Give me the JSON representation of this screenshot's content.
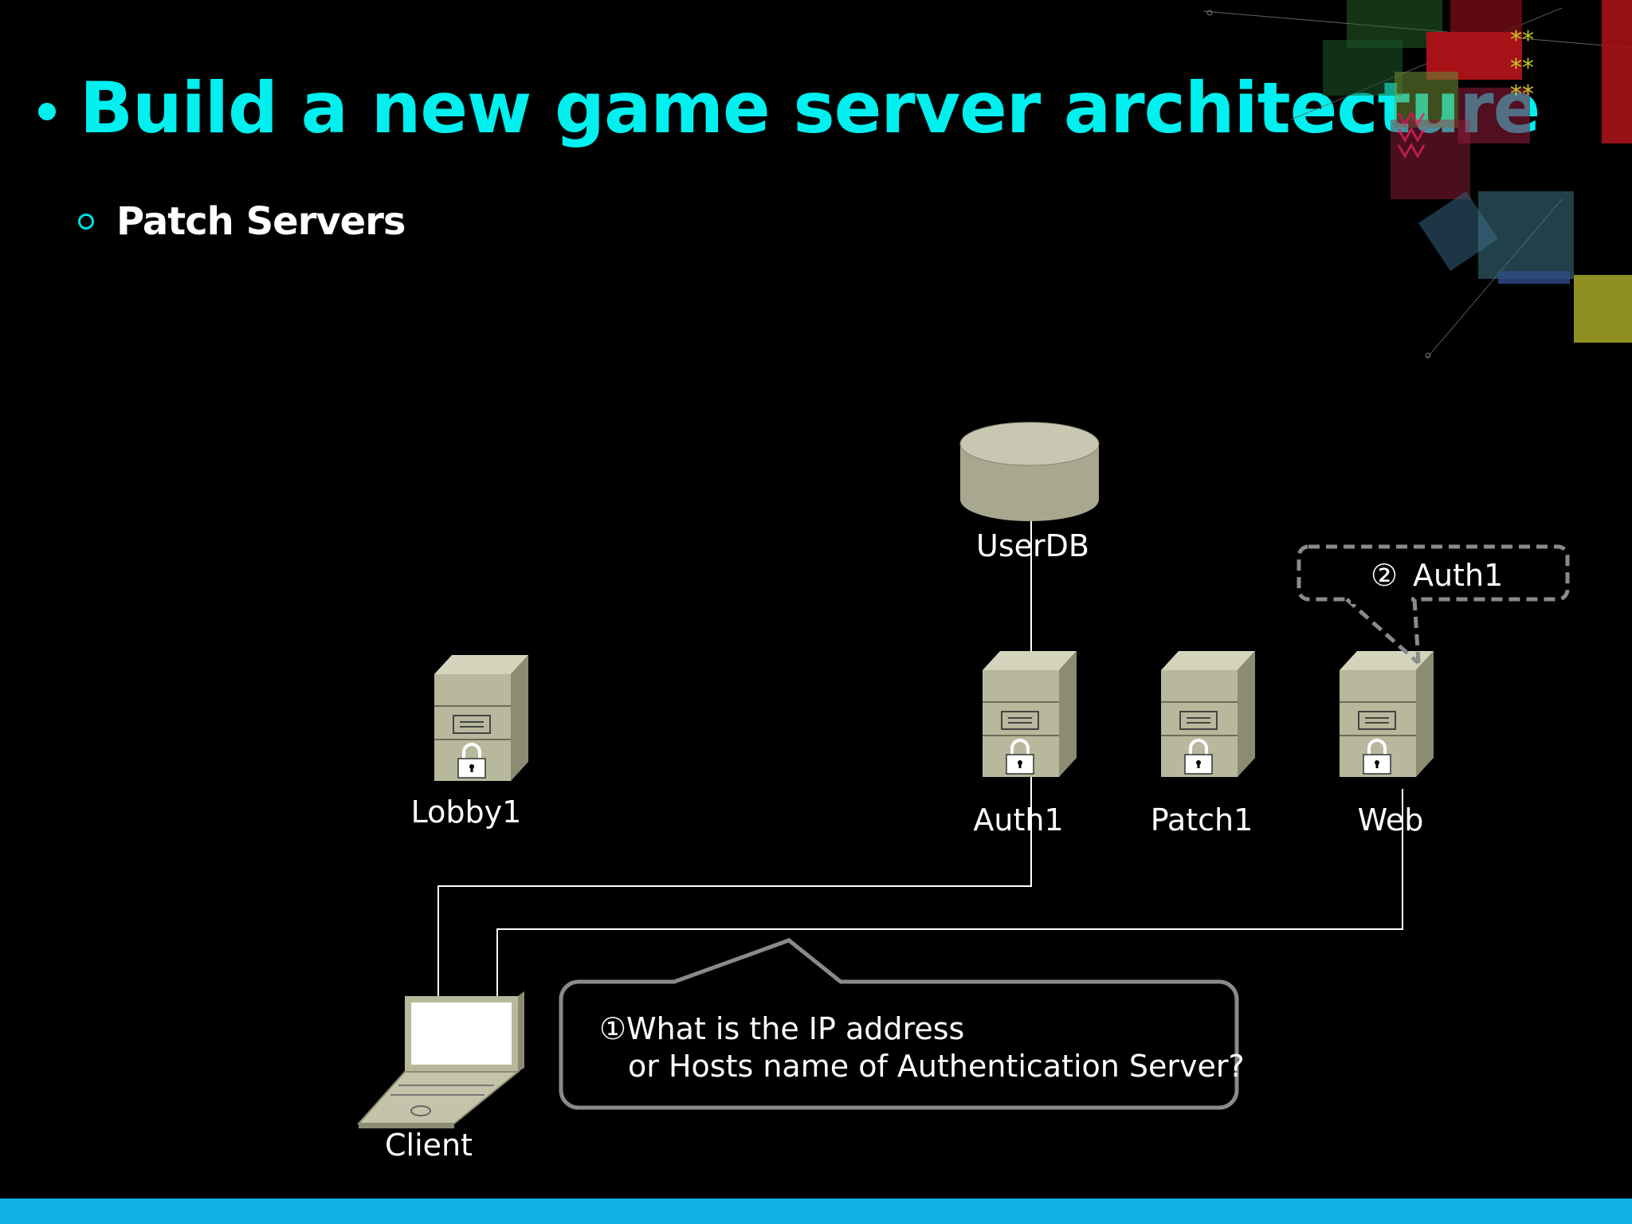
{
  "slide": {
    "title": "Build a new game server architecture",
    "subtitle": "Patch Servers"
  },
  "nodes": {
    "userdb": "UserDB",
    "lobby": "Lobby1",
    "auth": "Auth1",
    "patch": "Patch1",
    "web": "Web",
    "client": "Client"
  },
  "callouts": {
    "question_num": "①",
    "question_line1": "What is the IP address",
    "question_line2": "or Hosts name of Authentication Server?",
    "answer_num": "②",
    "answer_text": "Auth1"
  },
  "colors": {
    "title": "#00f0f0",
    "accent_bar": "#12b1e6",
    "server_front": "#b8b89c",
    "server_side": "#8c8c72",
    "server_top": "#d4d4bc"
  }
}
